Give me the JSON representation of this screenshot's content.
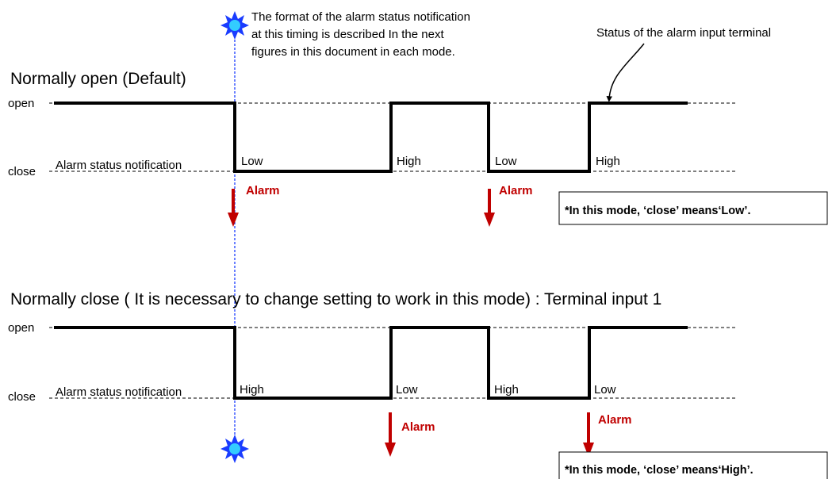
{
  "note_top": {
    "line1": "The format of the alarm status notification",
    "line2": "at this timing is described In the next",
    "line3": "figures in this document in each mode."
  },
  "terminal_note": "Status of the alarm input terminal",
  "section1": {
    "title": "Normally open (Default)",
    "open_label": "open",
    "close_label": "close",
    "notify_label": "Alarm status notification",
    "levels": [
      "Low",
      "High",
      "Low",
      "High"
    ],
    "alarm_labels": [
      "Alarm",
      "Alarm"
    ],
    "box_text": "*In this mode, ‘close’ means‘Low’."
  },
  "section2": {
    "title": "Normally close ( It is necessary to change setting to work in this mode) : Terminal input 1",
    "open_label": "open",
    "close_label": "close",
    "notify_label": "Alarm status notification",
    "levels": [
      "High",
      "Low",
      "High",
      "Low"
    ],
    "alarm_labels": [
      "Alarm",
      "Alarm"
    ],
    "box_text": "*In this mode, ‘close’ means‘High’."
  },
  "colors": {
    "signal": "#000000",
    "alarm": "#c00000",
    "marker_line": "#1a3cff",
    "star_fill": "#1a3cff",
    "star_center": "#33ccff"
  }
}
